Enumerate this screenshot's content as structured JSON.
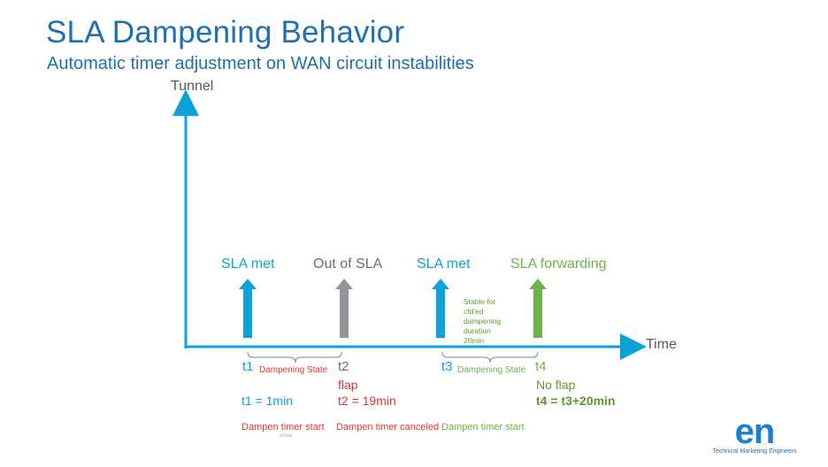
{
  "title": "SLA Dampening Behavior",
  "subtitle": "Automatic timer adjustment on WAN circuit instabilities",
  "axes": {
    "y_label": "Tunnel",
    "x_label": "Time"
  },
  "states": [
    {
      "label": "SLA met",
      "color": "#0aa3d9"
    },
    {
      "label": "Out of SLA",
      "color": "#939598"
    },
    {
      "label": "SLA met",
      "color": "#0aa3d9"
    },
    {
      "label": "SLA forwarding",
      "color": "#6ab344"
    }
  ],
  "ticks": [
    "t1",
    "t2",
    "t3",
    "t4"
  ],
  "ranges": [
    {
      "label": "Dampening State",
      "color": "#e23434"
    },
    {
      "label": "Dampening State",
      "color": "#6ab344"
    }
  ],
  "stable_note": "Stable for\ncfd'ed\ndampening\nduration\n20min",
  "notes": {
    "t1_equation": "t1 = 1min",
    "t2_flap": "flap",
    "t2_equation": "t2 = 19min",
    "t4_noflap": "No flap",
    "t4_equation": "t4 = t3+20min"
  },
  "footer": {
    "dampen_start_1": "Dampen timer start",
    "dampen_canceled": "Dampen timer canceled",
    "dampen_start_2": "Dampen timer start",
    "fragment": "ential"
  },
  "logo": {
    "mark": "en",
    "text": "Technical Marketing Engineers"
  }
}
